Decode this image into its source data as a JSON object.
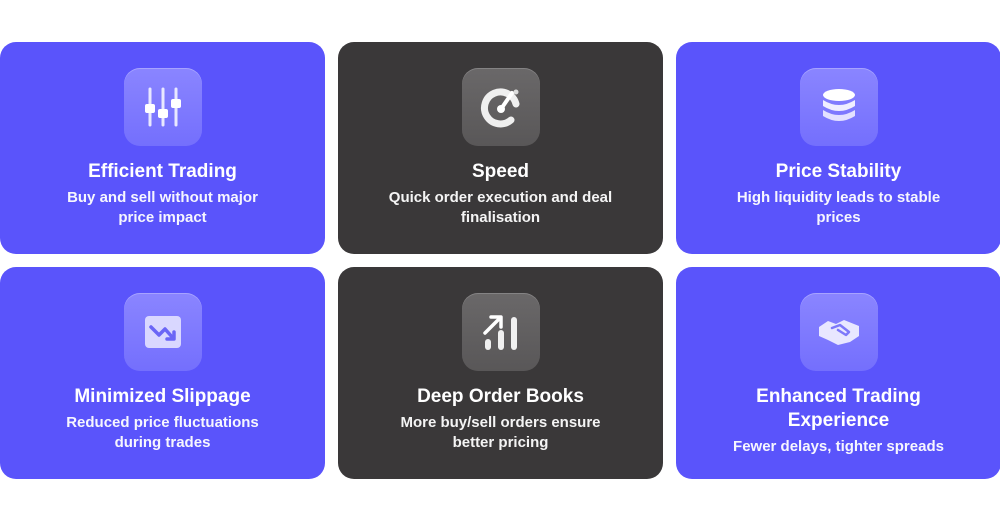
{
  "cards": [
    {
      "title": "Efficient Trading",
      "description": "Buy and sell without major price impact",
      "icon": "sliders-icon",
      "theme": "blue"
    },
    {
      "title": "Speed",
      "description": "Quick order execution and deal finalisation",
      "icon": "speedometer-icon",
      "theme": "dark"
    },
    {
      "title": "Price Stability",
      "description": "High liquidity leads to stable prices",
      "icon": "database-stack-icon",
      "theme": "blue"
    },
    {
      "title": "Minimized Slippage",
      "description": "Reduced price fluctuations during trades",
      "icon": "trend-down-icon",
      "theme": "blue"
    },
    {
      "title": "Deep Order Books",
      "description": "More buy/sell orders ensure better pricing",
      "icon": "growth-chart-icon",
      "theme": "dark"
    },
    {
      "title": "Enhanced Trading Experience",
      "description": "Fewer delays, tighter spreads",
      "icon": "handshake-icon",
      "theme": "blue"
    }
  ],
  "colors": {
    "blue": "#5a54fb",
    "dark": "#3a3839",
    "white": "#ffffff"
  }
}
